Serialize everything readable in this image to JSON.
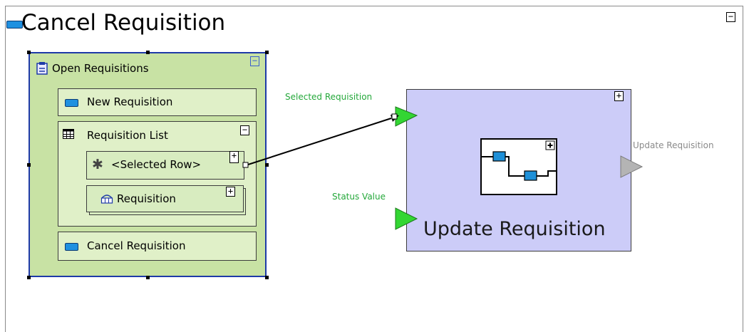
{
  "diagram": {
    "title": "Cancel Requisition",
    "collapse_label": "−",
    "expand_label": "+",
    "group": {
      "title": "Open Requisitions",
      "new_button": "New Requisition",
      "list": {
        "title": "Requisition List",
        "selected_row": "<Selected Row>",
        "item": "Requisition"
      },
      "cancel_button": "Cancel Requisition"
    },
    "process": {
      "title": "Update Requisition",
      "inputs": [
        "Selected Requisition",
        "Status Value"
      ],
      "output": "Update Requisition"
    },
    "colors": {
      "port_input": "#33d633",
      "port_output": "#b4b4b4",
      "group_border": "#1e3aa8",
      "group_fill": "#c8e2a4",
      "process_fill": "#ccccf8"
    },
    "icons": {
      "title": "button-icon",
      "group": "clipboard-icon",
      "list": "table-icon",
      "row": "asterisk-icon",
      "item": "entity-icon",
      "process": "process-diagram-icon"
    }
  }
}
